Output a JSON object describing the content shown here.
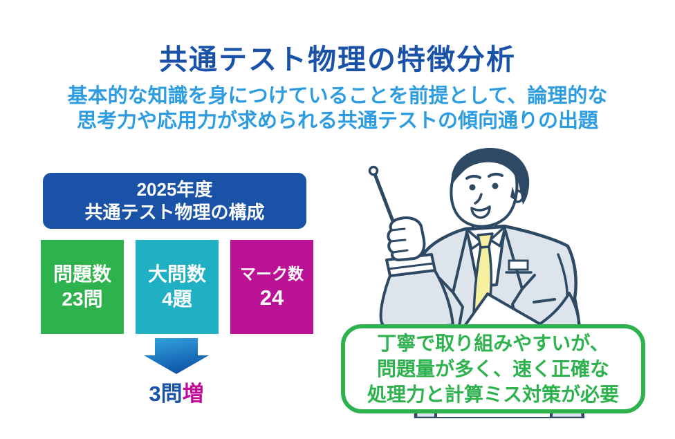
{
  "title": "共通テスト物理の特徴分析",
  "subtitle": {
    "line1": "基本的な知識を身につけていることを前提として、論理的な",
    "line2": "思考力や応用力が求められる共通テストの傾向通りの出題"
  },
  "composition": {
    "header": {
      "line1": "2025年度",
      "line2": "共通テスト物理の構成"
    },
    "stats": [
      {
        "label": "問題数",
        "value": "23問",
        "color": "#2db24d"
      },
      {
        "label": "大問数",
        "value": "4題",
        "color": "#1fb0c3"
      },
      {
        "label": "マーク数",
        "value": "24",
        "color": "#bb1195"
      }
    ],
    "change_note": {
      "count": "3問",
      "direction": "増"
    }
  },
  "callout": {
    "line1": "丁寧で取り組みやすいが、",
    "line2": "問題量が多く、速く正確な",
    "line3": "処理力と計算ミス対策が必要"
  },
  "colors": {
    "title_blue": "#1a52a8",
    "subtitle_blue": "#2d9ce0",
    "header_box_blue": "#1a52a8",
    "stat_green": "#2db24d",
    "stat_teal": "#1fb0c3",
    "stat_magenta": "#bb1195",
    "arrow_light_blue": "#33a6e0",
    "arrow_dark_blue": "#0f57a9",
    "note_blue": "#1a52a8",
    "note_magenta": "#c20d9a",
    "callout_green": "#2db24d",
    "illustration_outline_navy": "#2d4964",
    "illustration_suit_gray": "#dde4ec",
    "illustration_tie_yellow": "#f5f0a0"
  }
}
